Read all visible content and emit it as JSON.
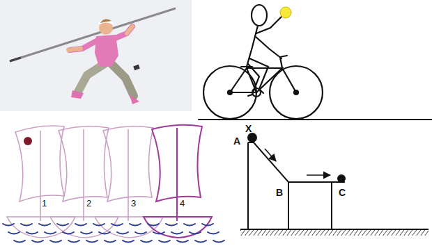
{
  "diagram": {
    "labels": [
      "1",
      "2",
      "3",
      "4",
      "X",
      "A",
      "B",
      "C"
    ]
  }
}
